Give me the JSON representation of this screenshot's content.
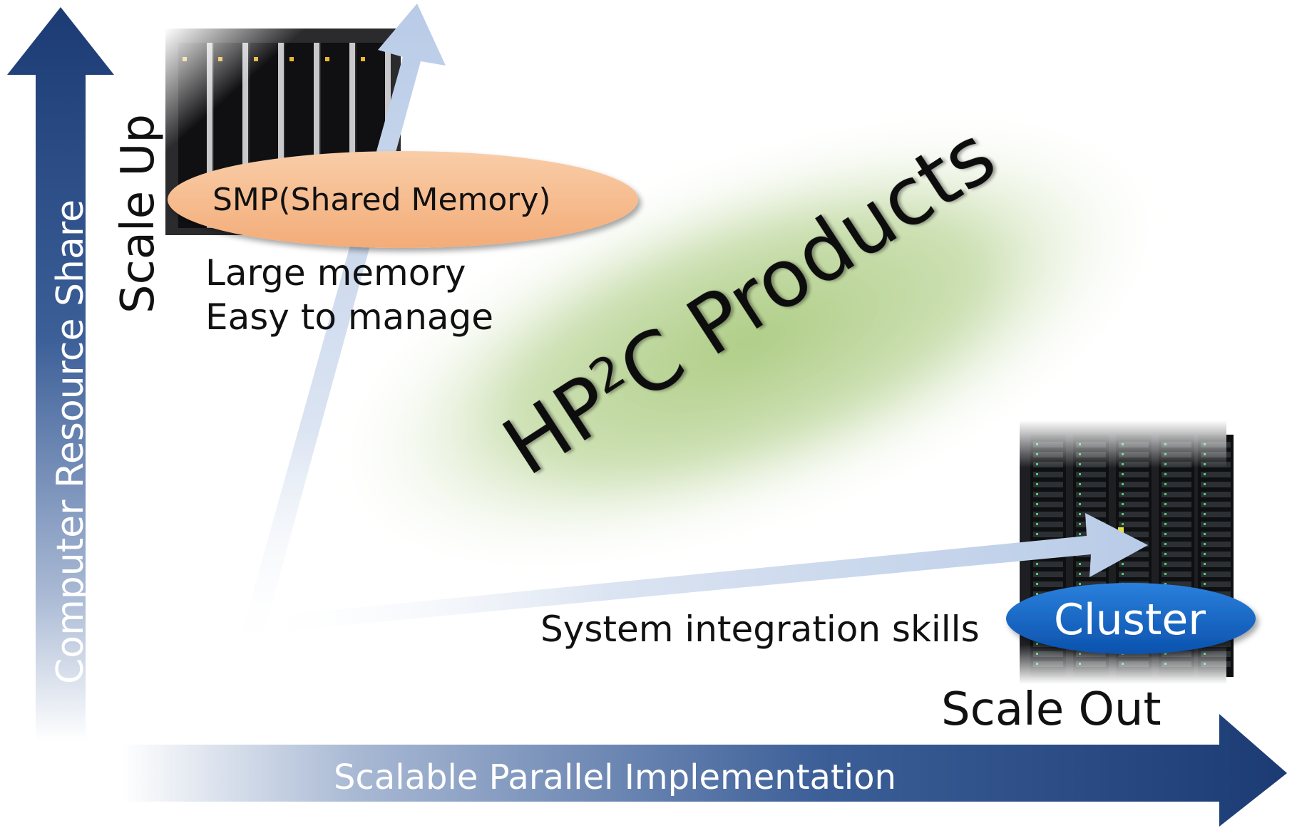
{
  "diagram": {
    "axes": {
      "vertical_label": "Computer Resource Share",
      "horizontal_label": "Scalable Parallel Implementation"
    },
    "scale_up": {
      "label": "Scale Up",
      "badge": "SMP(Shared Memory)",
      "features": [
        "Large memory",
        "Easy to manage"
      ]
    },
    "scale_out": {
      "label": "Scale Out",
      "badge": "Cluster",
      "feature": "System integration skills"
    },
    "center": {
      "title_prefix": "HP",
      "title_superscript": "2",
      "title_suffix": "C Products"
    }
  },
  "colors": {
    "axis_dark": "#1f3f78",
    "axis_light": "#b9cbe6",
    "smp_badge": "#f6b98a",
    "cluster_badge": "#1467c8",
    "green_glow": "#b5d08f",
    "text_dark": "#111111"
  }
}
